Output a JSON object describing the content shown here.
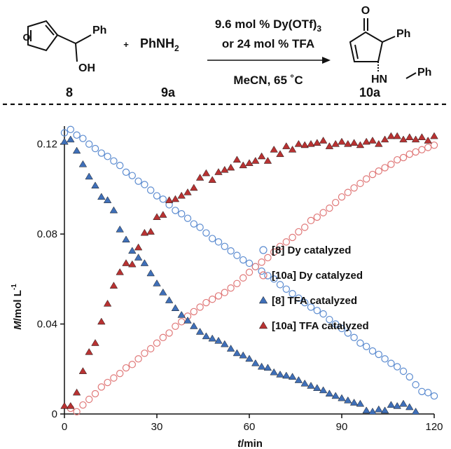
{
  "scheme": {
    "reactant1_id": "8",
    "reactant1_subst_ph": "Ph",
    "reactant1_subst_oh": "OH",
    "plus": "+",
    "reactant2_formula": "PhNH",
    "reactant2_sub": "2",
    "reactant2_id": "9a",
    "cond_line1": "9.6 mol % Dy(OTf)",
    "cond_line1_sub": "3",
    "cond_line2": "or 24 mol % TFA",
    "cond_line3": "MeCN, 65 ˚C",
    "product_o": "O",
    "product_ph": "Ph",
    "product_nh": "HN",
    "product_nph": "Ph",
    "product_id": "10a"
  },
  "colors": {
    "blue": "#5b8bd0",
    "blue_fill": "#3f6fb8",
    "red": "#e07878",
    "red_fill": "#b83232",
    "axis": "#111111"
  },
  "chart_data": {
    "type": "scatter",
    "xlabel_italic": "t",
    "xlabel_rest": "/min",
    "ylabel_italic": "M",
    "ylabel_rest": "/mol L",
    "ylabel_sup": "-1",
    "xlim": [
      0,
      120
    ],
    "ylim": [
      0,
      0.128
    ],
    "xticks": [
      0,
      30,
      60,
      90,
      120
    ],
    "yticks": [
      0,
      0.04,
      0.08,
      0.12
    ],
    "ytick_labels": [
      "0",
      "0.04",
      "0.08",
      "0.12"
    ],
    "grid": false,
    "legend_position": "right",
    "series": [
      {
        "name": "[8] Dy catalyzed",
        "marker": "circle-open",
        "color": "#5b8bd0",
        "x": [
          0,
          2,
          4,
          6,
          8,
          10,
          12,
          14,
          16,
          18,
          20,
          22,
          24,
          26,
          28,
          30,
          32,
          34,
          36,
          38,
          40,
          42,
          44,
          46,
          48,
          50,
          52,
          54,
          56,
          58,
          60,
          62,
          64,
          66,
          68,
          70,
          72,
          74,
          76,
          78,
          80,
          82,
          84,
          86,
          88,
          90,
          92,
          94,
          96,
          98,
          100,
          102,
          104,
          106,
          108,
          110,
          112,
          114,
          116,
          118,
          120
        ],
        "y": [
          0.125,
          0.1265,
          0.124,
          0.1225,
          0.12,
          0.118,
          0.116,
          0.1145,
          0.1125,
          0.1105,
          0.1075,
          0.106,
          0.1035,
          0.102,
          0.0995,
          0.097,
          0.0955,
          0.093,
          0.0905,
          0.089,
          0.087,
          0.0845,
          0.083,
          0.0805,
          0.078,
          0.0765,
          0.0745,
          0.0725,
          0.0705,
          0.0685,
          0.067,
          0.0655,
          0.0635,
          0.0615,
          0.06,
          0.0575,
          0.0555,
          0.0535,
          0.0515,
          0.0495,
          0.0475,
          0.046,
          0.0445,
          0.042,
          0.04,
          0.038,
          0.036,
          0.034,
          0.0315,
          0.03,
          0.028,
          0.0265,
          0.0245,
          0.0225,
          0.021,
          0.019,
          0.0165,
          0.013,
          0.01,
          0.0095,
          0.008
        ]
      },
      {
        "name": "[10a] Dy catalyzed",
        "marker": "circle-open",
        "color": "#e07878",
        "x": [
          2,
          4,
          6,
          8,
          10,
          12,
          14,
          16,
          18,
          20,
          22,
          24,
          26,
          28,
          30,
          32,
          34,
          36,
          38,
          40,
          42,
          44,
          46,
          48,
          50,
          52,
          54,
          56,
          58,
          60,
          62,
          64,
          66,
          68,
          70,
          72,
          74,
          76,
          78,
          80,
          82,
          84,
          86,
          88,
          90,
          92,
          94,
          96,
          98,
          100,
          102,
          104,
          106,
          108,
          110,
          112,
          114,
          116,
          118,
          120
        ],
        "y": [
          0.0025,
          0.001,
          0.004,
          0.0065,
          0.009,
          0.012,
          0.014,
          0.016,
          0.018,
          0.0205,
          0.022,
          0.0245,
          0.027,
          0.029,
          0.0315,
          0.034,
          0.036,
          0.039,
          0.041,
          0.0435,
          0.0455,
          0.0475,
          0.0495,
          0.051,
          0.0525,
          0.054,
          0.056,
          0.058,
          0.0605,
          0.063,
          0.0655,
          0.0675,
          0.0695,
          0.072,
          0.0745,
          0.0765,
          0.0785,
          0.081,
          0.083,
          0.086,
          0.0875,
          0.0895,
          0.0915,
          0.094,
          0.0965,
          0.0985,
          0.1005,
          0.1025,
          0.1045,
          0.1065,
          0.108,
          0.1095,
          0.111,
          0.113,
          0.114,
          0.1155,
          0.1165,
          0.1175,
          0.1185,
          0.1195
        ]
      },
      {
        "name": "[8] TFA catalyzed",
        "marker": "triangle-filled",
        "color": "#3f6fb8",
        "x": [
          0,
          2,
          4,
          6,
          8,
          10,
          12,
          14,
          16,
          18,
          20,
          22,
          24,
          26,
          28,
          30,
          32,
          34,
          36,
          38,
          40,
          42,
          44,
          46,
          48,
          50,
          52,
          54,
          56,
          58,
          60,
          62,
          64,
          66,
          68,
          70,
          72,
          74,
          76,
          78,
          80,
          82,
          84,
          86,
          88,
          90,
          92,
          94,
          96,
          98,
          100,
          102,
          104,
          106,
          108,
          110,
          112,
          114
        ],
        "y": [
          0.121,
          0.122,
          0.117,
          0.111,
          0.1055,
          0.1015,
          0.0965,
          0.095,
          0.0905,
          0.082,
          0.0775,
          0.0725,
          0.0695,
          0.067,
          0.0625,
          0.058,
          0.054,
          0.0505,
          0.047,
          0.044,
          0.0415,
          0.039,
          0.0365,
          0.0345,
          0.0335,
          0.0325,
          0.031,
          0.029,
          0.027,
          0.026,
          0.0245,
          0.0225,
          0.021,
          0.0205,
          0.0185,
          0.0175,
          0.017,
          0.0165,
          0.015,
          0.0135,
          0.0125,
          0.0115,
          0.0105,
          0.009,
          0.008,
          0.007,
          0.006,
          0.005,
          0.0045,
          0.0015,
          0.001,
          0.002,
          0.0015,
          0.004,
          0.0035,
          0.0045,
          0.003,
          0.001
        ]
      },
      {
        "name": "[10a] TFA catalyzed",
        "marker": "triangle-filled",
        "color": "#b83232",
        "x": [
          0,
          2,
          4,
          6,
          8,
          10,
          12,
          14,
          16,
          18,
          20,
          22,
          24,
          26,
          28,
          30,
          32,
          34,
          36,
          38,
          40,
          42,
          44,
          46,
          48,
          50,
          52,
          54,
          56,
          58,
          60,
          62,
          64,
          66,
          68,
          70,
          72,
          74,
          76,
          78,
          80,
          82,
          84,
          86,
          88,
          90,
          92,
          94,
          96,
          98,
          100,
          102,
          104,
          106,
          108,
          110,
          112,
          114,
          116,
          118,
          120
        ],
        "y": [
          0.0035,
          0.0035,
          0.0095,
          0.019,
          0.0275,
          0.0315,
          0.041,
          0.049,
          0.057,
          0.063,
          0.067,
          0.0665,
          0.074,
          0.0805,
          0.081,
          0.0875,
          0.0885,
          0.095,
          0.0955,
          0.097,
          0.0985,
          0.1005,
          0.105,
          0.107,
          0.104,
          0.1075,
          0.1085,
          0.1095,
          0.113,
          0.1105,
          0.1115,
          0.1125,
          0.1145,
          0.1125,
          0.1175,
          0.1155,
          0.119,
          0.1175,
          0.12,
          0.1195,
          0.12,
          0.1205,
          0.1215,
          0.119,
          0.12,
          0.121,
          0.12,
          0.1205,
          0.1195,
          0.121,
          0.1215,
          0.12,
          0.122,
          0.1235,
          0.1235,
          0.122,
          0.123,
          0.122,
          0.123,
          0.1215,
          0.1235
        ]
      }
    ]
  }
}
